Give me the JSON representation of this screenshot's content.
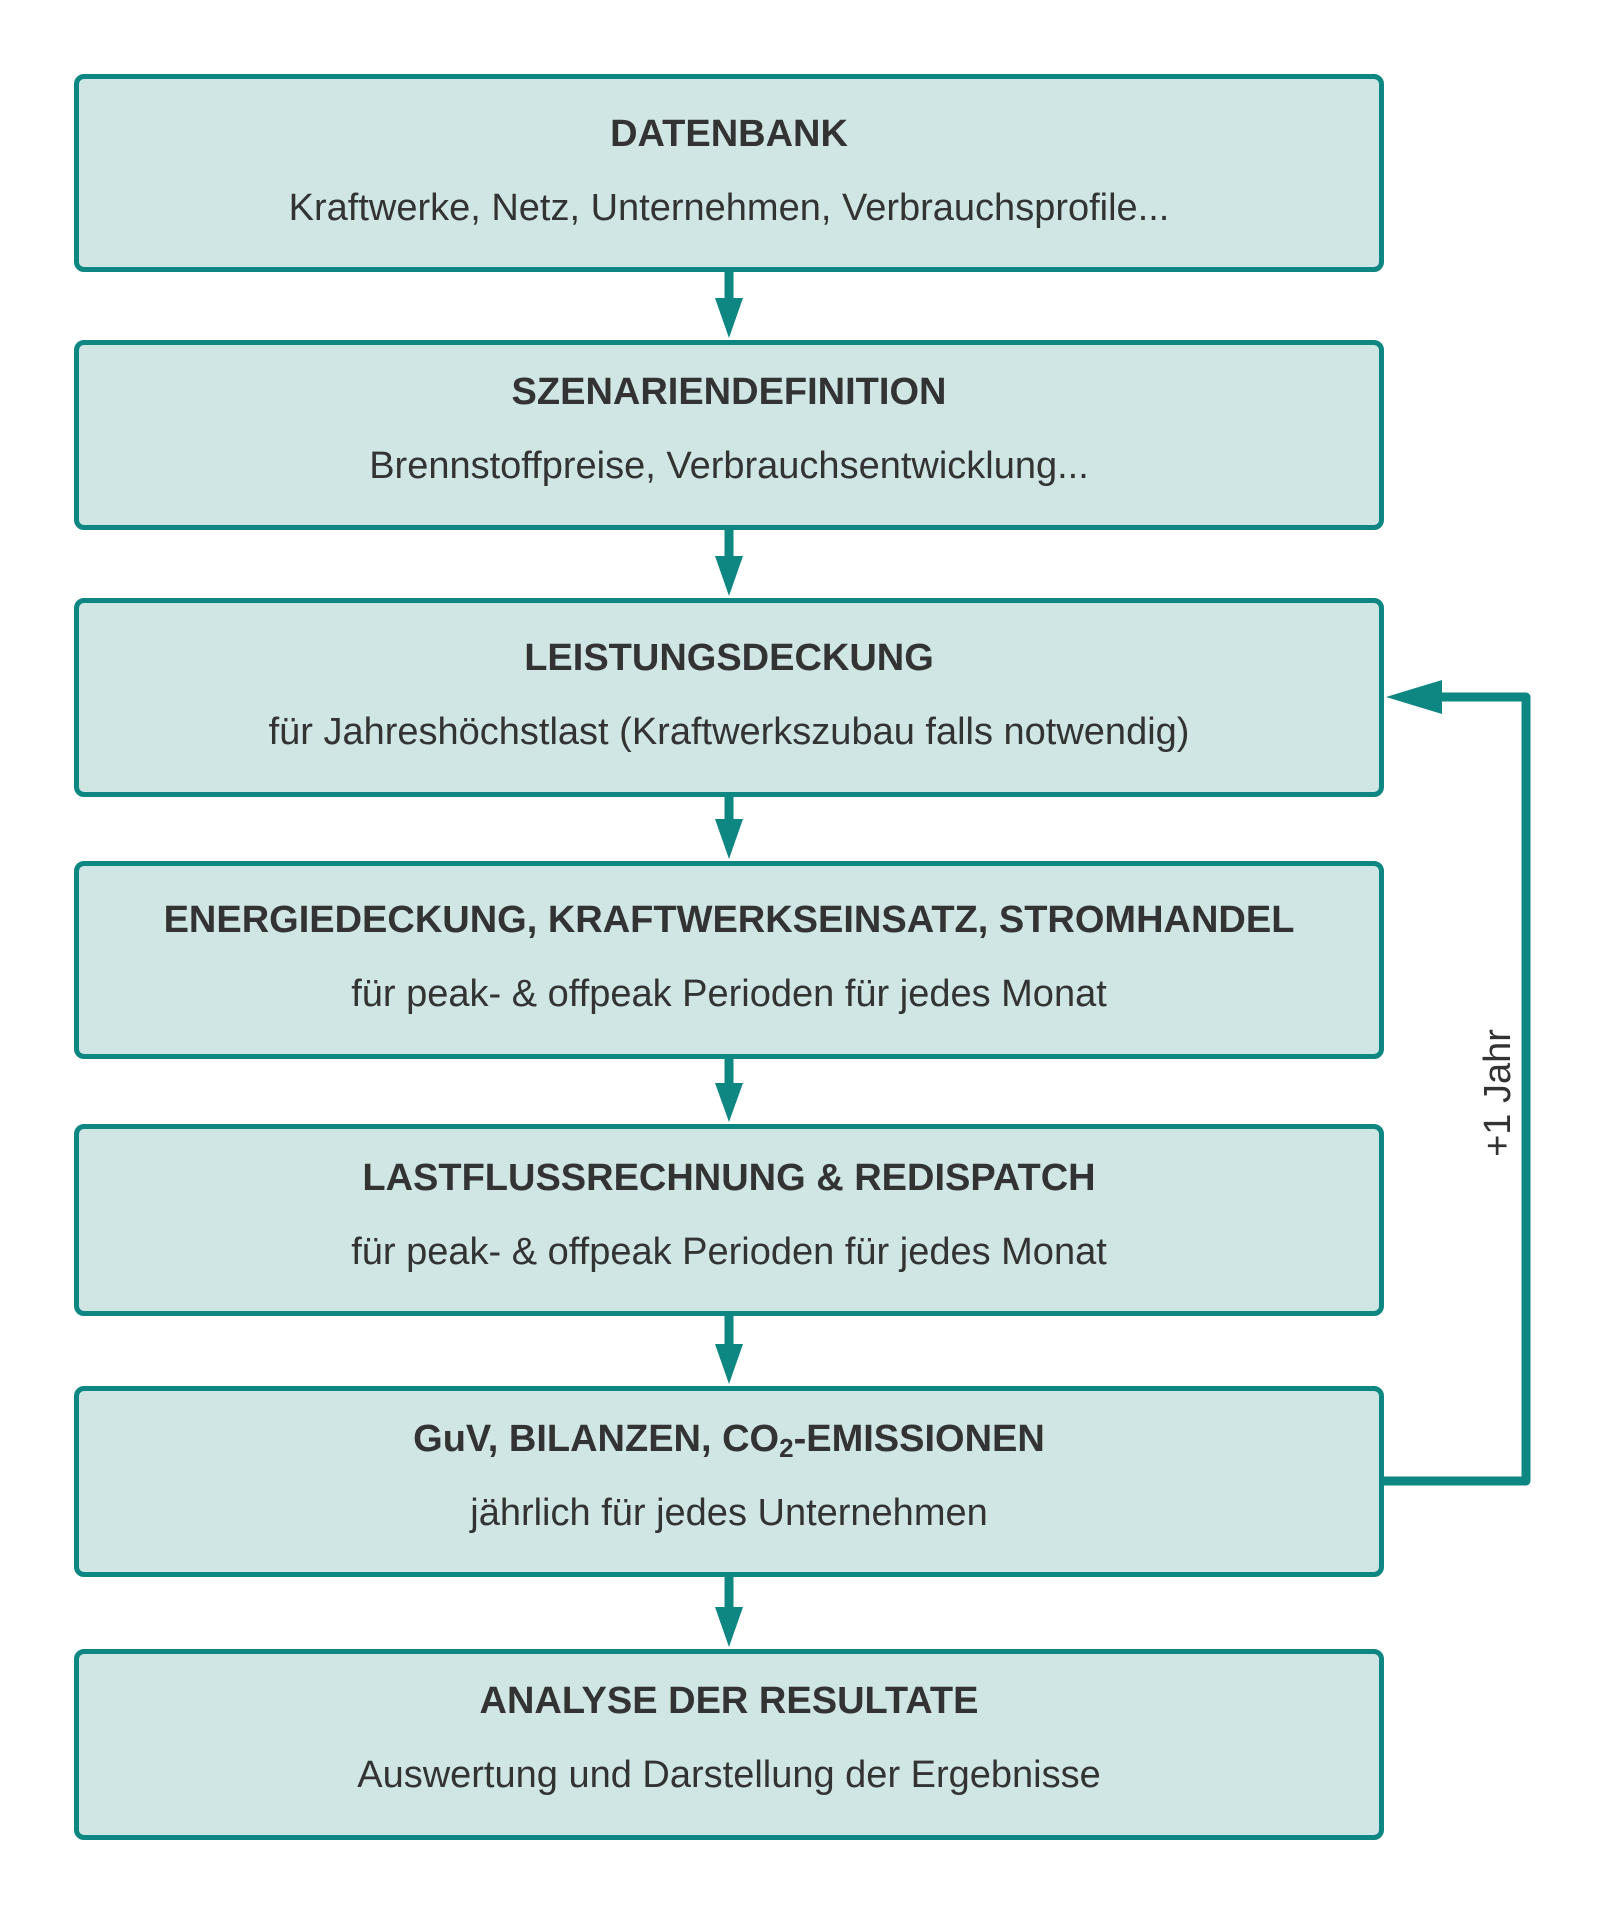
{
  "steps": [
    {
      "title": "DATENBANK",
      "subtitle": "Kraftwerke, Netz, Unternehmen, Verbrauchsprofile..."
    },
    {
      "title": "SZENARIENDEFINITION",
      "subtitle": "Brennstoffpreise, Verbrauchsentwicklung..."
    },
    {
      "title": "LEISTUNGSDECKUNG",
      "subtitle": "für Jahreshöchstlast (Kraftwerkszubau falls notwendig)"
    },
    {
      "title": "ENERGIEDECKUNG, KRAFTWERKSEINSATZ, STROMHANDEL",
      "subtitle": "für peak- & offpeak Perioden für jedes Monat"
    },
    {
      "title": "LASTFLUSSRECHNUNG & REDISPATCH",
      "subtitle": "für peak- & offpeak Perioden für jedes Monat"
    },
    {
      "title_pre": "GuV, BILANZEN, CO",
      "title_sub": "2",
      "title_post": "-EMISSIONEN",
      "subtitle": "jährlich für jedes Unternehmen"
    },
    {
      "title": "ANALYSE DER RESULTATE",
      "subtitle": "Auswertung und Darstellung der Ergebnisse"
    }
  ],
  "loop": {
    "label": "+1 Jahr"
  },
  "colors": {
    "box_fill": "#cfe6e4",
    "accent": "#0e8783",
    "text": "#333333"
  }
}
